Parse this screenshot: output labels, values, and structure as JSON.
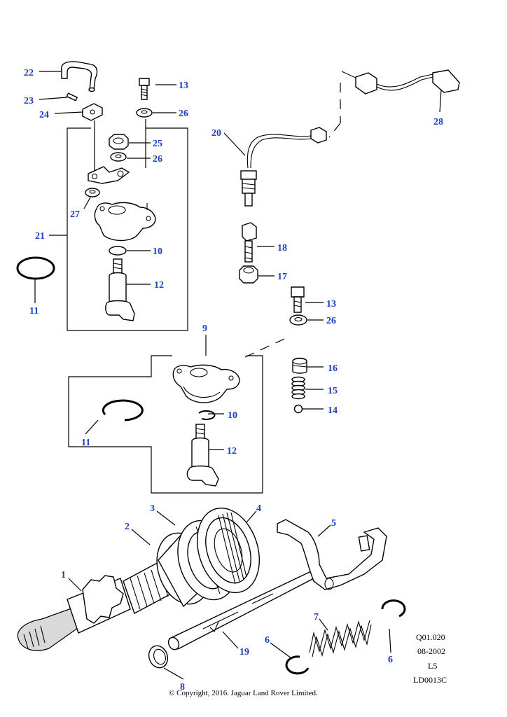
{
  "callouts": {
    "c1": "1",
    "c2": "2",
    "c3": "3",
    "c4": "4",
    "c5": "5",
    "c6a": "6",
    "c6b": "6",
    "c7": "7",
    "c8": "8",
    "c9": "9",
    "c10a": "10",
    "c10b": "10",
    "c11a": "11",
    "c11b": "11",
    "c12a": "12",
    "c12b": "12",
    "c13a": "13",
    "c13b": "13",
    "c14": "14",
    "c15": "15",
    "c16": "16",
    "c17": "17",
    "c18": "18",
    "c19": "19",
    "c20": "20",
    "c21": "21",
    "c22": "22",
    "c23": "23",
    "c24": "24",
    "c25": "25",
    "c26a": "26",
    "c26b": "26",
    "c26c": "26",
    "c27": "27",
    "c28": "28"
  },
  "reference": {
    "code": "Q01.020",
    "date": "08-2002",
    "level": "L5",
    "drawing_id": "LD0013C"
  },
  "copyright": "© Copyright, 2016. Jaguar Land Rover Limited."
}
